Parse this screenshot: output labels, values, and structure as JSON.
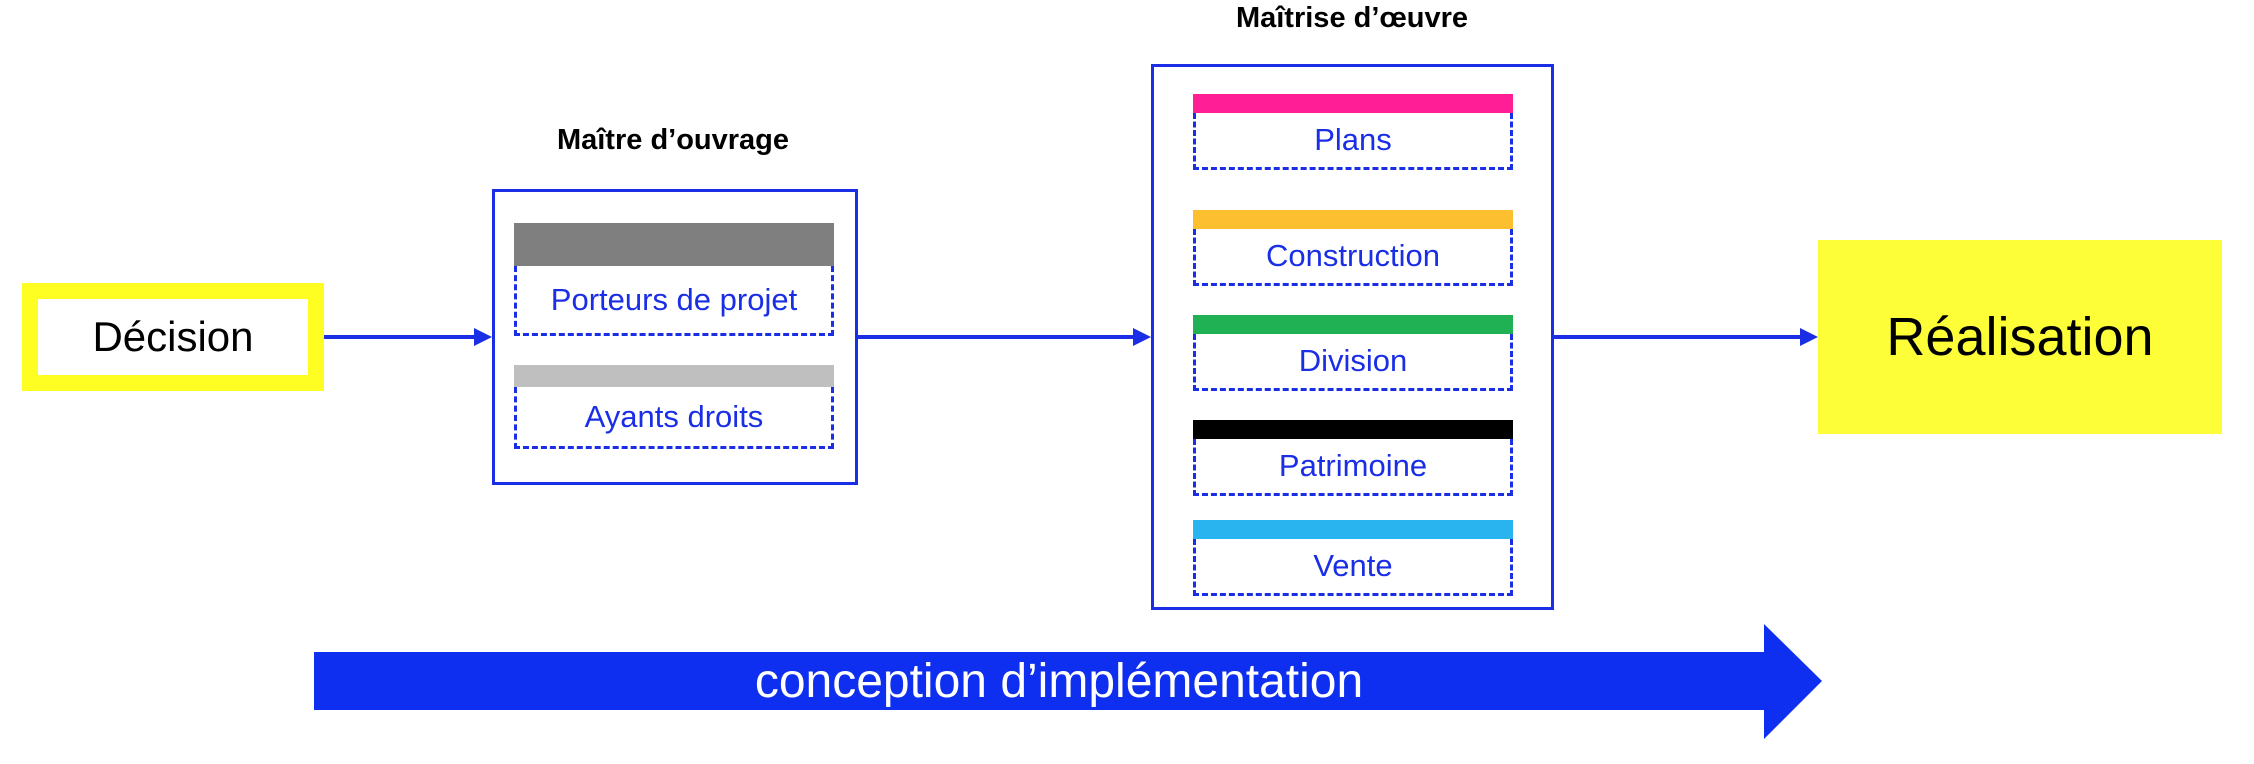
{
  "decision": {
    "label": "Décision",
    "frame_color": "#fefe22"
  },
  "maitre_ouvrage": {
    "title": "Maître d’ouvrage",
    "items": [
      {
        "label": "Porteurs de projet",
        "color": "#7f7f7f"
      },
      {
        "label": "Ayants droits",
        "color": "#bfbfbf"
      }
    ]
  },
  "maitrise_oeuvre": {
    "title": "Maîtrise d’œuvre",
    "items": [
      {
        "label": "Plans",
        "color": "#ff1e96"
      },
      {
        "label": "Construction",
        "color": "#fbbf2f"
      },
      {
        "label": "Division",
        "color": "#1fb153"
      },
      {
        "label": "Patrimoine",
        "color": "#000000"
      },
      {
        "label": "Vente",
        "color": "#29b4ef"
      }
    ]
  },
  "realisation": {
    "label": "Réalisation",
    "color": "#fefe38"
  },
  "process_arrow": {
    "label": "conception d’implémentation",
    "color": "#0f2ff0"
  },
  "colors": {
    "accent": "#1a2ee6"
  }
}
